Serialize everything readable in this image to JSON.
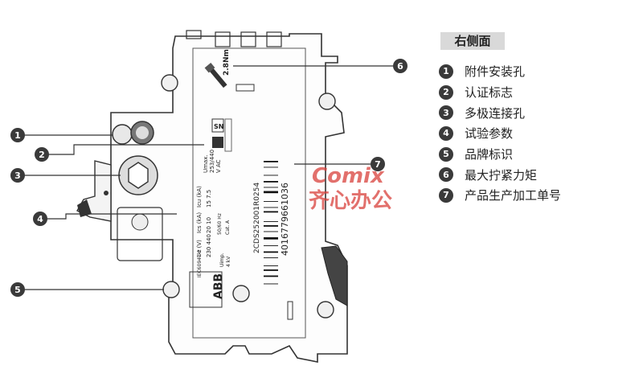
{
  "legend": {
    "title": "右侧面",
    "items": [
      {
        "num": "1",
        "label": "附件安装孔"
      },
      {
        "num": "2",
        "label": "认证标志"
      },
      {
        "num": "3",
        "label": "多极连接孔"
      },
      {
        "num": "4",
        "label": "试验参数"
      },
      {
        "num": "5",
        "label": "品牌标识"
      },
      {
        "num": "6",
        "label": "最大拧紧力矩"
      },
      {
        "num": "7",
        "label": "产品生产加工单号"
      }
    ]
  },
  "callouts": [
    "1",
    "2",
    "3",
    "4",
    "5",
    "6",
    "7"
  ],
  "device": {
    "torque": "2.8Nm",
    "rating_title": "Umax.",
    "rating_voltage": "253/440",
    "rating_unit": "V AC",
    "icu_header": "Icu (kA)",
    "ics_header": "Ics (kA)",
    "icu_values": "20  10",
    "ics_values": "15  7.5",
    "ue_header": "Ue (V)",
    "ue_values": "230  440",
    "freq": "50/60 Hz",
    "cat": "Cat. A",
    "uimp": "Uimp.",
    "uimp_val": "4 kV",
    "standard": "IEC60947-2",
    "barcode_code": "2CDS252001R0254",
    "barcode_number": "4016779661036",
    "brand": "ABB",
    "sn": "SN"
  },
  "watermark": {
    "line1": "Comix",
    "line2": "齐心办公"
  }
}
